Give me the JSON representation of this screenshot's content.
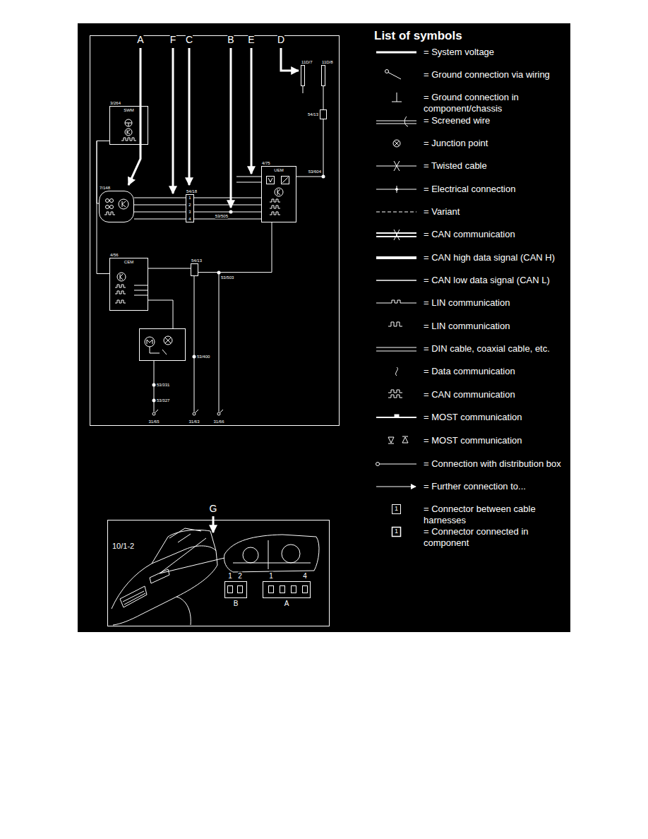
{
  "diagram": {
    "title": "List of symbols",
    "nodes": [
      {
        "text": [
          "3/264",
          "SWM"
        ]
      },
      {
        "text": [
          "7/148"
        ]
      },
      {
        "text": [
          "54/18"
        ]
      },
      {
        "text": [
          "4/75",
          "UEM"
        ]
      },
      {
        "text": [
          "4/56",
          "CEM"
        ]
      },
      {
        "text": [
          "54/13"
        ]
      },
      {
        "text": [
          "54/13"
        ]
      },
      {
        "text": [
          "11D/7"
        ]
      },
      {
        "text": [
          "11D/8"
        ]
      },
      {
        "text": [
          "10/1-2"
        ]
      },
      {
        "text": [
          "B"
        ],
        "in": 9
      },
      {
        "text": [
          "A"
        ],
        "in": 9
      }
    ],
    "edges": [
      {
        "from": 0,
        "to": 1,
        "arrow": "none"
      },
      {
        "from": 0,
        "to": 4,
        "arrow": "none"
      },
      {
        "from": 1,
        "to": 2,
        "arrow": "none"
      },
      {
        "from": 1,
        "to": 2,
        "arrow": "none"
      },
      {
        "from": 1,
        "to": 2,
        "arrow": "none"
      },
      {
        "from": 1,
        "to": 2,
        "arrow": "none"
      },
      {
        "from": 2,
        "to": 3,
        "arrow": "none"
      },
      {
        "from": 2,
        "to": 3,
        "arrow": "none"
      },
      {
        "from": 2,
        "to": 3,
        "arrow": "none"
      },
      {
        "from": 2,
        "to": 3,
        "arrow": "none"
      },
      {
        "from": 4,
        "to": 5,
        "arrow": "none"
      },
      {
        "from": 5,
        "to": 3,
        "arrow": "none"
      },
      {
        "from": 8,
        "to": 6,
        "arrow": "none"
      },
      {
        "from": 6,
        "to": 3,
        "arrow": "none"
      }
    ],
    "labels": [
      "A",
      "F",
      "C",
      "B",
      "E",
      "D",
      "G",
      "53/505",
      "53/604",
      "53/503",
      "53/400",
      "53/331",
      "53/327",
      "31/65",
      "31/63",
      "31/66",
      "1",
      "2",
      "3",
      "4",
      "1",
      "2",
      "1",
      "4",
      "1",
      "1"
    ],
    "legend": [
      {
        "text": "= System voltage"
      },
      {
        "text": "= Ground connection via wiring"
      },
      {
        "text": "= Ground connection in component/chassis"
      },
      {
        "text": "= Screened wire"
      },
      {
        "text": "= Junction point"
      },
      {
        "text": "= Twisted cable"
      },
      {
        "text": "= Electrical connection"
      },
      {
        "text": "= Variant"
      },
      {
        "text": "= CAN communication"
      },
      {
        "text": "= CAN high data signal (CAN H)"
      },
      {
        "text": "= CAN low data signal (CAN L)"
      },
      {
        "text": "= LIN communication"
      },
      {
        "text": "= LIN communication"
      },
      {
        "text": "= DIN cable, coaxial cable, etc."
      },
      {
        "text": "= Data communication"
      },
      {
        "text": "= CAN communication"
      },
      {
        "text": "= MOST communication"
      },
      {
        "text": "= MOST communication"
      },
      {
        "text": "= Connection with distribution box"
      },
      {
        "text": "= Further connection to..."
      },
      {
        "text": "= Connector between cable harnesses"
      },
      {
        "text": "= Connector connected in component"
      }
    ]
  }
}
